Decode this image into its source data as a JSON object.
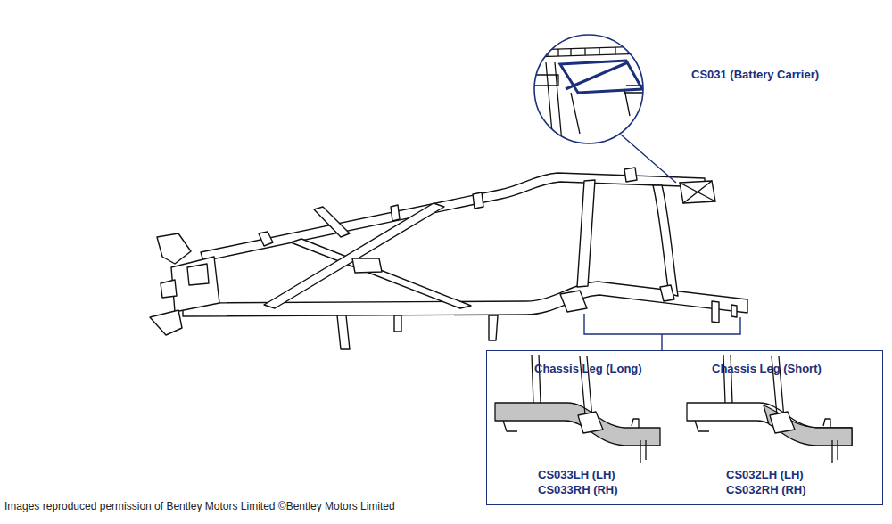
{
  "diagram": {
    "caption": "Images reproduced permission of Bentley Motors Limited ©Bentley Motors Limited",
    "nodes": [
      {
        "text": [
          "CS031 (Battery Carrier)"
        ]
      },
      {
        "text": [
          "Chassis Leg (Long)",
          "CS033LH (LH)",
          "CS033RH (RH)",
          "Chassis Leg (Short)",
          "CS032LH (LH)",
          "CS032RH (RH)"
        ]
      }
    ]
  }
}
